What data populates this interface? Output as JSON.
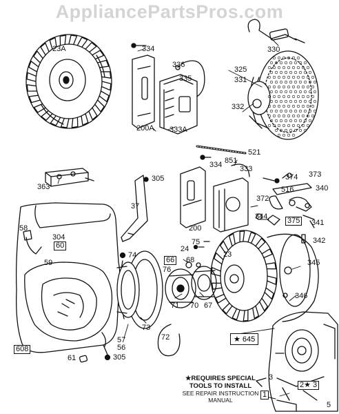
{
  "watermark": "AppliancePartsPros.com",
  "labels": {
    "p23A": "23A",
    "p334a": "334",
    "p336": "336",
    "p335": "335",
    "p200A": "200A",
    "p333A": "333A",
    "p330": "330",
    "p325": "325",
    "p331": "331",
    "p332": "332",
    "p521": "521",
    "p334b": "334",
    "p851": "851",
    "p333": "333",
    "p363": "363",
    "p305a": "305",
    "p37": "37",
    "p372": "372",
    "p374": "374",
    "p373": "373",
    "p516": "516",
    "p340": "340",
    "p344": "344",
    "p375": "375",
    "p341": "341",
    "p58": "58",
    "p304": "304",
    "p60": "60",
    "p59": "59",
    "p200": "200",
    "p75": "75",
    "p24": "24",
    "p23": "23",
    "p342": "342",
    "p74": "74",
    "p66": "66",
    "p68": "68",
    "p76": "76",
    "p345": "345",
    "p71": "71",
    "p70": "70",
    "p67": "67",
    "p346": "346",
    "p73": "73",
    "p72": "72",
    "p57": "57",
    "p56": "56",
    "p608": "608",
    "p61": "61",
    "p305b": "305",
    "p3a": "3",
    "p1": "1",
    "p2s3": "2★ 3",
    "p5": "5"
  },
  "star_part": "★ 645",
  "note": {
    "line1": "★REQUIRES SPECIAL",
    "line2": "TOOLS TO INSTALL",
    "line3": "SEE REPAIR INSTRUCTION",
    "line4": "MANUAL"
  }
}
